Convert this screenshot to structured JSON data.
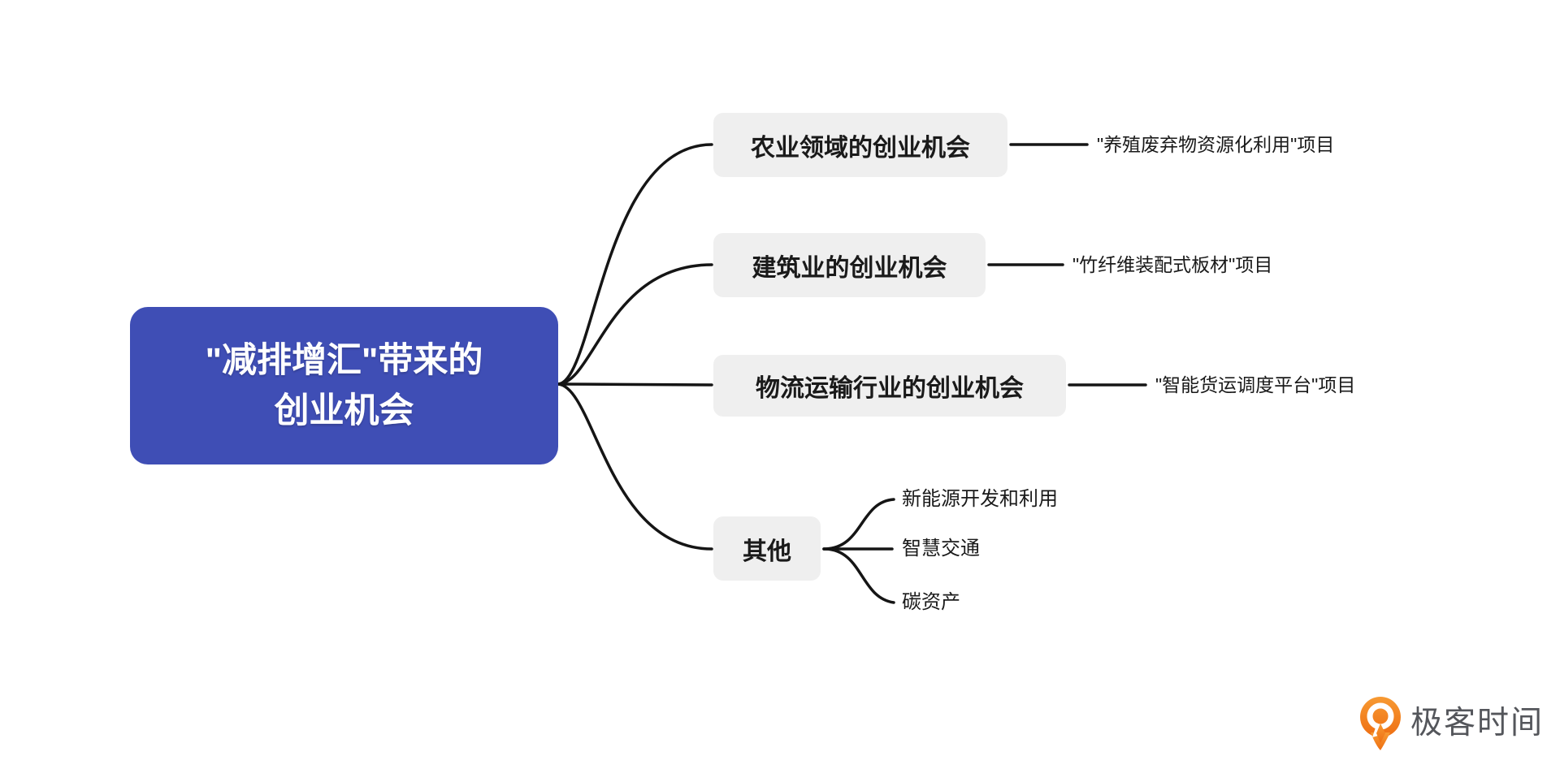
{
  "page": {
    "background": "#ffffff"
  },
  "root": {
    "label_line1": "\"减排增汇\"带来的",
    "label_line2": "创业机会",
    "bg_color": "#3F4EB5",
    "text_color": "#ffffff"
  },
  "branches": [
    {
      "label": "农业领域的创业机会",
      "children": [
        {
          "label": "\"养殖废弃物资源化利用\"项目"
        }
      ]
    },
    {
      "label": "建筑业的创业机会",
      "children": [
        {
          "label": "\"竹纤维装配式板材\"项目"
        }
      ]
    },
    {
      "label": "物流运输行业的创业机会",
      "children": [
        {
          "label": "\"智能货运调度平台\"项目"
        }
      ]
    },
    {
      "label": "其他",
      "children": [
        {
          "label": "新能源开发和利用"
        },
        {
          "label": "智慧交通"
        },
        {
          "label": "碳资产"
        }
      ]
    }
  ],
  "branch_style": {
    "bg_color": "#efefef",
    "text_color": "#1a1a1a",
    "line_color": "#151515"
  },
  "branding": {
    "logo_text": "极客时间",
    "icon_color": "#F5821F",
    "text_color": "#54565B",
    "icon_name": "geektime-logo-icon"
  }
}
